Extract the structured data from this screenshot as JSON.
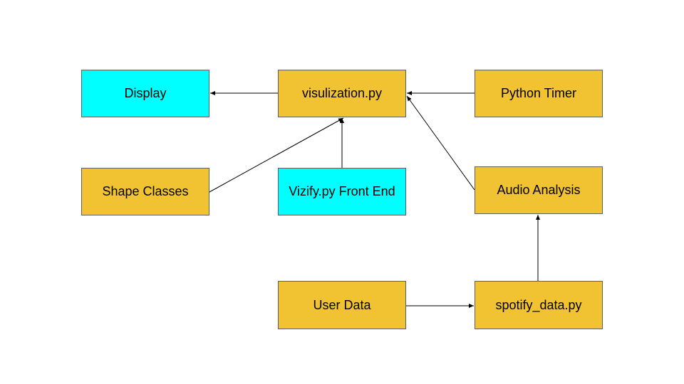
{
  "nodes": {
    "display": {
      "label": "Display",
      "color": "#00ffff"
    },
    "visualization": {
      "label": "visulization.py",
      "color": "#f1c232"
    },
    "python_timer": {
      "label": "Python Timer",
      "color": "#f1c232"
    },
    "shape_classes": {
      "label": "Shape Classes",
      "color": "#f1c232"
    },
    "vizify_front_end": {
      "label": "Vizify.py Front End",
      "color": "#00ffff"
    },
    "audio_analysis": {
      "label": "Audio Analysis",
      "color": "#f1c232"
    },
    "user_data": {
      "label": "User Data",
      "color": "#f1c232"
    },
    "spotify_data": {
      "label": "spotify_data.py",
      "color": "#f1c232"
    }
  },
  "edges": [
    {
      "from": "visualization",
      "to": "display"
    },
    {
      "from": "python_timer",
      "to": "visualization"
    },
    {
      "from": "shape_classes",
      "to": "visualization"
    },
    {
      "from": "vizify_front_end",
      "to": "visualization"
    },
    {
      "from": "audio_analysis",
      "to": "visualization"
    },
    {
      "from": "user_data",
      "to": "spotify_data"
    },
    {
      "from": "spotify_data",
      "to": "audio_analysis"
    }
  ]
}
